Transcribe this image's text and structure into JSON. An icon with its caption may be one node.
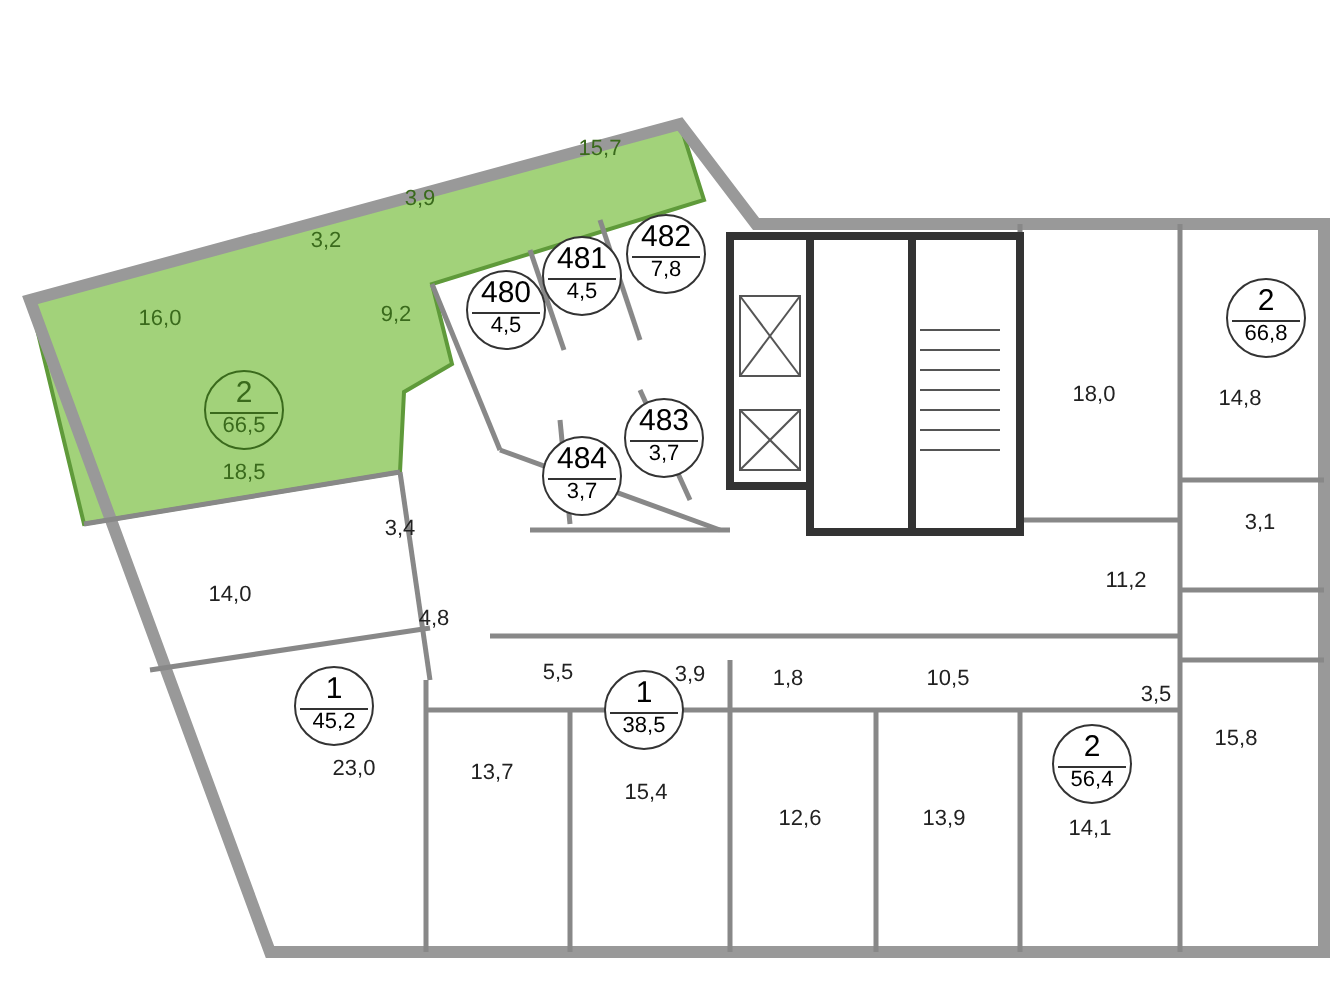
{
  "diagram": {
    "nodes": [
      {
        "text": [
          "482",
          "7,8"
        ]
      },
      {
        "text": [
          "481",
          "4,5"
        ]
      },
      {
        "text": [
          "480",
          "4,5"
        ]
      },
      {
        "text": [
          "2",
          "66,5"
        ]
      },
      {
        "text": [
          "2",
          "66,8"
        ]
      },
      {
        "text": [
          "484",
          "3,7"
        ]
      },
      {
        "text": [
          "483",
          "3,7"
        ]
      },
      {
        "text": [
          "1",
          "45,2"
        ]
      },
      {
        "text": [
          "1",
          "38,5"
        ]
      },
      {
        "text": [
          "2",
          "56,4"
        ]
      }
    ],
    "labels": [
      "15,7",
      "3,9",
      "3,2",
      "16,0",
      "9,2",
      "18,5",
      "18,0",
      "14,8",
      "3,4",
      "3,1",
      "11,2",
      "14,0",
      "4,8",
      "5,5",
      "3,9",
      "1,8",
      "10,5",
      "3,5",
      "23,0",
      "13,7",
      "15,4",
      "12,6",
      "13,9",
      "14,1",
      "15,8"
    ]
  }
}
